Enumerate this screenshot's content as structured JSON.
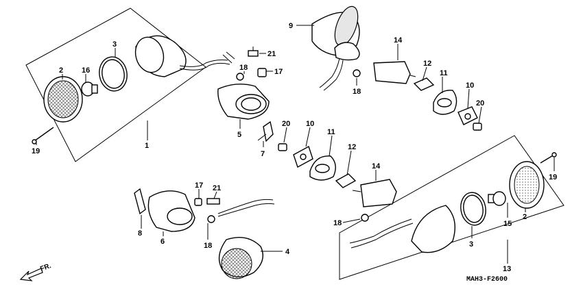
{
  "diagram_code": "MAH3-F2600",
  "direction_label": "FR.",
  "labels": {
    "p1": "1",
    "p2a": "2",
    "p2b": "2",
    "p3a": "3",
    "p3b": "3",
    "p4": "4",
    "p5": "5",
    "p6": "6",
    "p7": "7",
    "p8": "8",
    "p9": "9",
    "p10a": "10",
    "p10b": "10",
    "p11a": "11",
    "p11b": "11",
    "p12a": "12",
    "p12b": "12",
    "p13": "13",
    "p14a": "14",
    "p14b": "14",
    "p15": "15",
    "p16": "16",
    "p17a": "17",
    "p17b": "17",
    "p18a": "18",
    "p18b": "18",
    "p18c": "18",
    "p18d": "18",
    "p19a": "19",
    "p19b": "19",
    "p20a": "20",
    "p20b": "20",
    "p21a": "21",
    "p21b": "21"
  }
}
